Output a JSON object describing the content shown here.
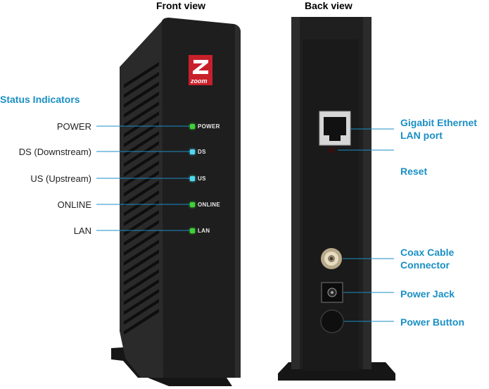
{
  "titles": {
    "front": "Front view",
    "back": "Back view"
  },
  "front": {
    "heading": "Status Indicators",
    "brand": "zoom",
    "indicators": [
      {
        "label": "POWER",
        "led_label": "POWER",
        "color": "#3fd13a"
      },
      {
        "label": "DS (Downstream)",
        "led_label": "DS",
        "color": "#4fd8f0"
      },
      {
        "label": "US (Upstream)",
        "led_label": "US",
        "color": "#4fd8f0"
      },
      {
        "label": "ONLINE",
        "led_label": "ONLINE",
        "color": "#3fd13a"
      },
      {
        "label": "LAN",
        "led_label": "LAN",
        "color": "#3fd13a"
      }
    ]
  },
  "back": {
    "callouts": [
      {
        "line1": "Gigabit Ethernet",
        "line2": "LAN port"
      },
      {
        "line1": "Reset",
        "line2": ""
      },
      {
        "line1": "Coax Cable",
        "line2": "Connector"
      },
      {
        "line1": "Power Jack",
        "line2": ""
      },
      {
        "line1": "Power Button",
        "line2": ""
      }
    ]
  },
  "colors": {
    "callout": "#1a8fc4",
    "device": "#1b1b1b",
    "logo_red": "#c8202a"
  }
}
